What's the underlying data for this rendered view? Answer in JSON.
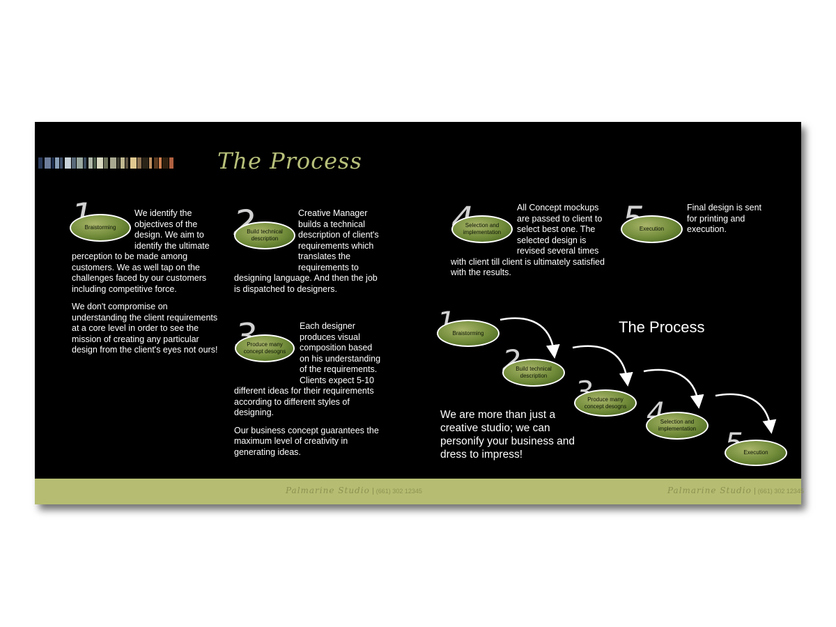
{
  "title": "The Process",
  "footer": {
    "brand": "Palmarine Studio",
    "phone": "(661) 302 12345"
  },
  "steps": [
    {
      "num": "1",
      "label": "Braistorming",
      "paras": [
        "We identify the objectives of the design. We aim to identify the ultimate perception to be made among customers. We as well tap on the challenges faced by our customers including competitive force.",
        "We don't compromise on understanding the client requirements at a core level in order to see the mission of creating any particular design from the client's eyes not ours!"
      ]
    },
    {
      "num": "2",
      "label_line1": "Build technical",
      "label_line2": "description",
      "paras": [
        "Creative Manager builds a technical description of client's requirements which translates the requirements to designing language. And then the job is dispatched to designers."
      ]
    },
    {
      "num": "3",
      "label_line1": "Produce many",
      "label_line2": "concept desogns",
      "paras": [
        "Each designer produces visual composition based on his understanding of the requirements. Clients expect 5-10 different ideas for their requirements according to different styles of designing.",
        "Our business concept guarantees the maximum level of creativity in generating ideas."
      ]
    },
    {
      "num": "4",
      "label_line1": "Selection and",
      "label_line2": "implementation",
      "paras": [
        "All Concept mockups are passed to client to select best one. The selected design is revised several times with client till client is ultimately satisfied with the results."
      ]
    },
    {
      "num": "5",
      "label": "Execution",
      "paras": [
        "Final design is sent for printing and execution."
      ]
    }
  ],
  "side_title": "The Process",
  "tagline": "We are more than just a creative studio; we can personify your business and dress to impress!",
  "colors": {
    "accent": "#b8c07a",
    "footer": "#b6bd72",
    "oval": "#6f8a38"
  }
}
